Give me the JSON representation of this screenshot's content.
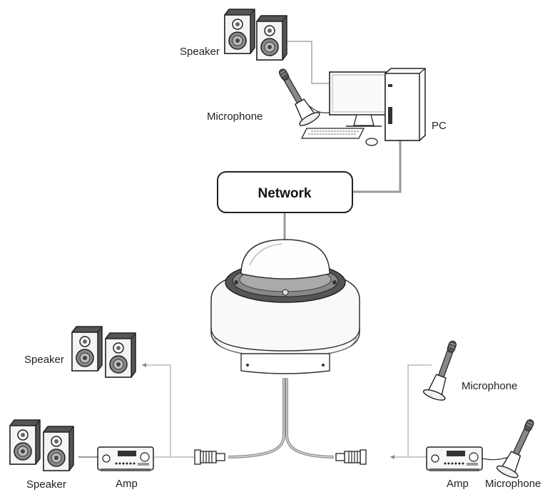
{
  "diagram": {
    "labels": {
      "speaker_top": "Speaker",
      "microphone_top": "Microphone",
      "pc": "PC",
      "network": "Network",
      "speaker_left_upper": "Speaker",
      "speaker_left_lower": "Speaker",
      "amp_left": "Amp",
      "amp_right": "Amp",
      "microphone_right_upper": "Microphone",
      "microphone_right_lower": "Microphone"
    }
  }
}
